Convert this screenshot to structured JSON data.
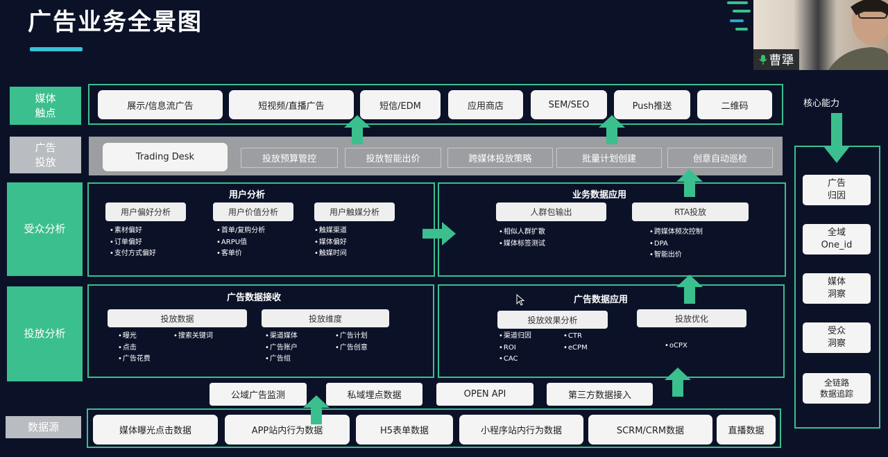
{
  "title": "广告业务全景图",
  "colors": {
    "green": "#3cbf8e",
    "background": "#0b1228",
    "gray_bar": "#9c9ea1"
  },
  "webcam": {
    "name": "曹犟"
  },
  "rows": {
    "media": "媒体\n触点",
    "ads": "广告\n投放",
    "audience": "受众分析",
    "delivery": "投放分析",
    "datasource": "数据源"
  },
  "media_items": [
    "展示/信息流广告",
    "短视频/直播广告",
    "短信/EDM",
    "应用商店",
    "SEM/SEO",
    "Push推送",
    "二维码"
  ],
  "ads": {
    "trading_desk": "Trading Desk",
    "items": [
      "投放预算管控",
      "投放智能出价",
      "跨媒体投放策略",
      "批量计划创建",
      "创意自动巡检"
    ]
  },
  "audience": {
    "left": {
      "title": "用户分析",
      "pills": [
        "用户偏好分析",
        "用户价值分析",
        "用户触媒分析"
      ],
      "lists": [
        [
          "素材偏好",
          "订单偏好",
          "支付方式偏好"
        ],
        [
          "首单/复购分析",
          "ARPU值",
          "客单价"
        ],
        [
          "触媒渠道",
          "媒体偏好",
          "触媒时间"
        ]
      ]
    },
    "right": {
      "title": "业务数据应用",
      "pills": [
        "人群包输出",
        "RTA投放"
      ],
      "lists": [
        [
          "相似人群扩散",
          "媒体标签测试"
        ],
        [
          "跨媒体频次控制",
          "DPA",
          "智能出价"
        ]
      ]
    }
  },
  "delivery": {
    "left": {
      "title": "广告数据接收",
      "pills": [
        "投放数据",
        "投放维度"
      ],
      "lists": [
        [
          "曝光",
          "点击",
          "广告花费"
        ],
        [
          "搜索关键词"
        ],
        [
          "渠道媒体",
          "广告账户",
          "广告组"
        ],
        [
          "广告计划",
          "广告创意"
        ]
      ]
    },
    "right": {
      "title": "广告数据应用",
      "pills": [
        "投放效果分析",
        "投放优化"
      ],
      "lists": [
        [
          "渠道归因",
          "ROI",
          "CAC"
        ],
        [
          "CTR",
          "eCPM"
        ],
        [
          "oCPX"
        ]
      ]
    }
  },
  "ingest": [
    "公域广告监测",
    "私域埋点数据",
    "OPEN API",
    "第三方数据接入"
  ],
  "datasource_items": [
    "媒体曝光点击数据",
    "APP站内行为数据",
    "H5表单数据",
    "小程序站内行为数据",
    "SCRM/CRM数据",
    "直播数据"
  ],
  "core": {
    "label": "核心能力",
    "items": [
      "广告\n归因",
      "全域\nOne_id",
      "媒体\n洞察",
      "受众\n洞察",
      "全链路\n数据追踪"
    ]
  }
}
